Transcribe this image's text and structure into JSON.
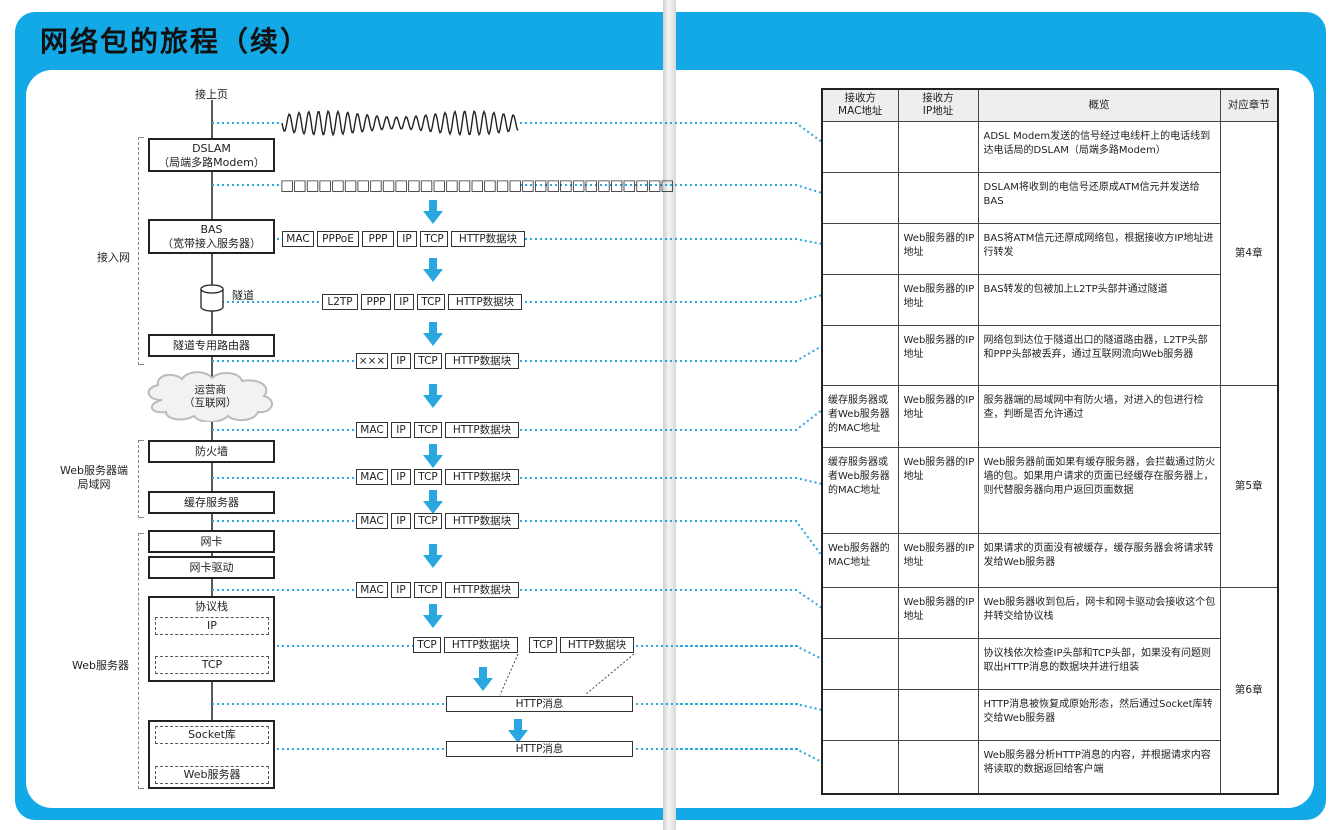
{
  "title": "网络包的旅程（续）",
  "left": {
    "top_label": "接上页",
    "atm_cells": "□□□□□□□□□□□□□□□□□□□□□□□□□□□□□□□",
    "devices": {
      "dslam": "DSLAM\n（局端多路Modem）",
      "bas": "BAS\n（宽带接入服务器）",
      "tunnel": "隧道",
      "tunnel_router": "隧道专用路由器",
      "carrier": "运营商\n（互联网）",
      "firewall": "防火墙",
      "cache": "缓存服务器",
      "nic": "网卡",
      "driver": "网卡驱动",
      "stack": "协议栈",
      "stack_ip": "IP",
      "stack_tcp": "TCP",
      "socket": "Socket库",
      "webserver": "Web服务器"
    },
    "groups": {
      "access": "接入网",
      "lan": "Web服务器端\n局域网",
      "server": "Web服务器"
    },
    "packets": {
      "p_bas": [
        "MAC",
        "PPPoE",
        "PPP",
        "IP",
        "TCP",
        "HTTP数据块"
      ],
      "p_tunnel": [
        "L2TP",
        "PPP",
        "IP",
        "TCP",
        "HTTP数据块"
      ],
      "p_router": [
        "×××",
        "IP",
        "TCP",
        "HTTP数据块"
      ],
      "p_carrier": [
        "MAC",
        "IP",
        "TCP",
        "HTTP数据块"
      ],
      "p_fw": [
        "MAC",
        "IP",
        "TCP",
        "HTTP数据块"
      ],
      "p_cache": [
        "MAC",
        "IP",
        "TCP",
        "HTTP数据块"
      ],
      "p_driver": [
        "MAC",
        "IP",
        "TCP",
        "HTTP数据块"
      ],
      "p_ip_a": [
        "TCP",
        "HTTP数据块"
      ],
      "p_ip_b": [
        "TCP",
        "HTTP数据块"
      ],
      "http1": "HTTP消息",
      "http2": "HTTP消息"
    }
  },
  "table": {
    "headers": [
      "接收方\nMAC地址",
      "接收方\nIP地址",
      "概览",
      "对应章节"
    ],
    "rows": [
      {
        "mac": "",
        "ip": "",
        "desc": "ADSL Modem发送的信号经过电线杆上的电话线到达电话局的DSLAM（局端多路Modem）"
      },
      {
        "mac": "",
        "ip": "",
        "desc": "DSLAM将收到的电信号还原成ATM信元并发送给BAS"
      },
      {
        "mac": "",
        "ip": "Web服务器的IP地址",
        "desc": "BAS将ATM信元还原成网络包，根据接收方IP地址进行转发"
      },
      {
        "mac": "",
        "ip": "Web服务器的IP地址",
        "desc": "BAS转发的包被加上L2TP头部并通过隧道"
      },
      {
        "mac": "",
        "ip": "Web服务器的IP地址",
        "desc": "网络包到达位于隧道出口的隧道路由器，L2TP头部和PPP头部被丢弃，通过互联网流向Web服务器"
      },
      {
        "mac": "缓存服务器或者Web服务器的MAC地址",
        "ip": "Web服务器的IP地址",
        "desc": "服务器端的局域网中有防火墙，对进入的包进行检查，判断是否允许通过"
      },
      {
        "mac": "缓存服务器或者Web服务器的MAC地址",
        "ip": "Web服务器的IP地址",
        "desc": "Web服务器前面如果有缓存服务器，会拦截通过防火墙的包。如果用户请求的页面已经缓存在服务器上，则代替服务器向用户返回页面数据"
      },
      {
        "mac": "Web服务器的MAC地址",
        "ip": "Web服务器的IP地址",
        "desc": "如果请求的页面没有被缓存，缓存服务器会将请求转发给Web服务器"
      },
      {
        "mac": "",
        "ip": "Web服务器的IP地址",
        "desc": "Web服务器收到包后，网卡和网卡驱动会接收这个包并转交给协议栈"
      },
      {
        "mac": "",
        "ip": "",
        "desc": "协议栈依次检查IP头部和TCP头部，如果没有问题则取出HTTP消息的数据块并进行组装"
      },
      {
        "mac": "",
        "ip": "",
        "desc": "HTTP消息被恢复成原始形态，然后通过Socket库转交给Web服务器"
      },
      {
        "mac": "",
        "ip": "",
        "desc": "Web服务器分析HTTP消息的内容，并根据请求内容将读取的数据返回给客户端"
      }
    ],
    "chapters": [
      "第4章",
      "第5章",
      "第6章"
    ]
  },
  "colors": {
    "accent": "#12a9e6",
    "arrow": "#2aa7e0",
    "dots": "#2aa7e0"
  }
}
